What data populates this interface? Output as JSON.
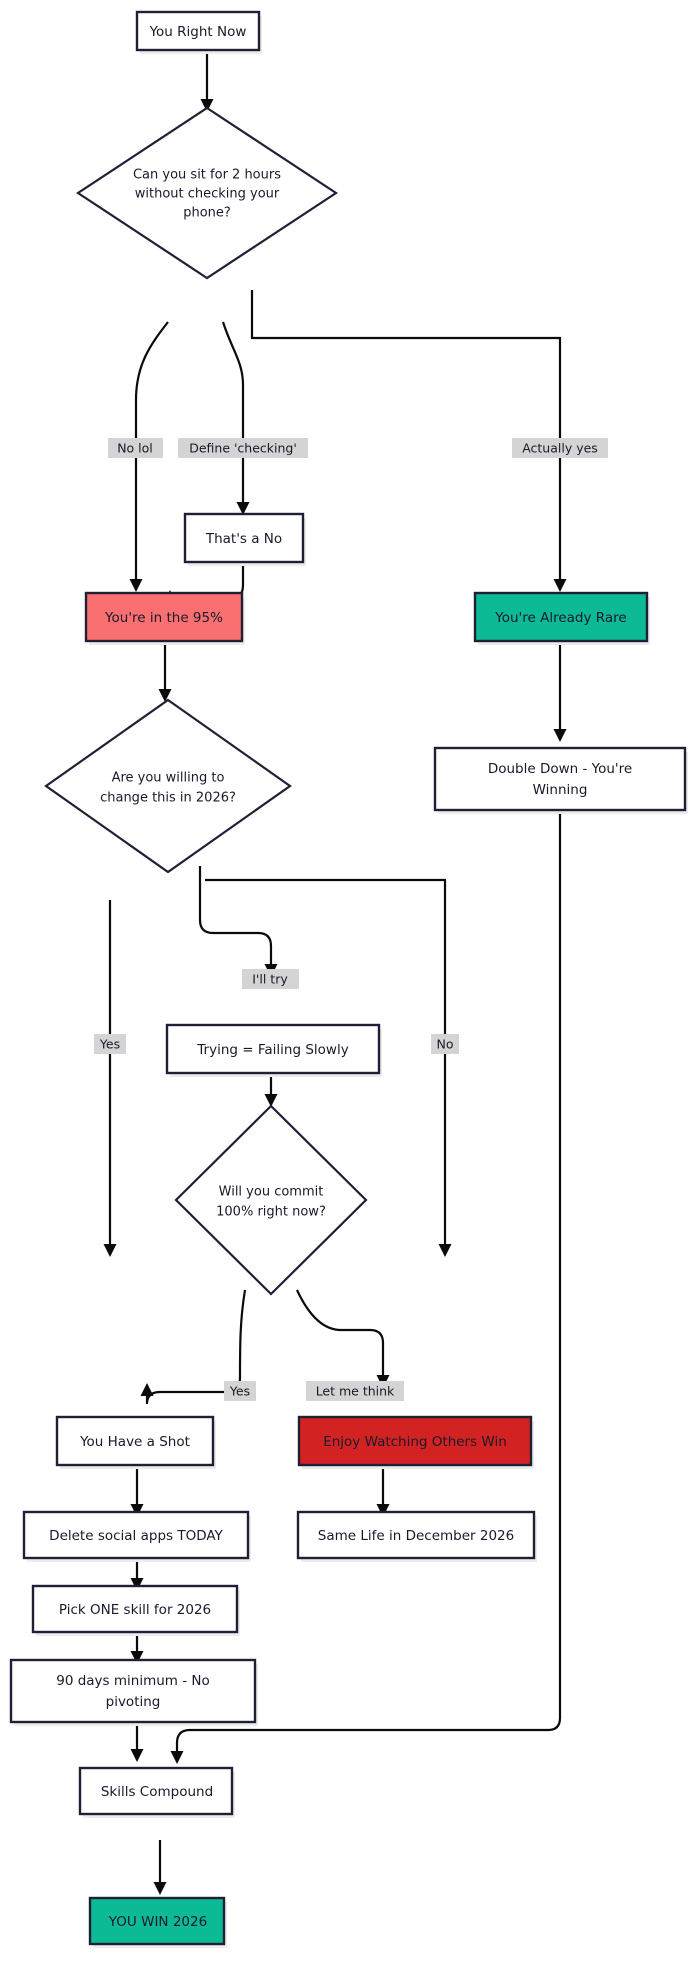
{
  "diagram": {
    "title": "You Right Now decision flowchart",
    "type": "flowchart",
    "colors": {
      "background": "#ffffff",
      "node_stroke": "#1f2035",
      "node_fill_default": "#ffffff",
      "edge_stroke": "#0b0b0b",
      "text": "#181a2c",
      "edge_label_bg": "#d4d4d4",
      "bad_light": "#fa7070",
      "bad_strong": "#d32222",
      "good": "#0cba95"
    },
    "nodes": [
      {
        "id": "n1",
        "label": "You Right Now",
        "shape": "rect",
        "style": "default"
      },
      {
        "id": "n2",
        "label": "Can you sit for 2 hours without checking your phone?",
        "shape": "diamond",
        "style": "default",
        "lines": [
          "Can you sit for 2 hours",
          "without checking your",
          "phone?"
        ]
      },
      {
        "id": "n3",
        "label": "That's a No",
        "shape": "rect",
        "style": "default"
      },
      {
        "id": "n4",
        "label": "You're in the 95%",
        "shape": "rect",
        "style": "bad-light"
      },
      {
        "id": "n5",
        "label": "You're Already Rare",
        "shape": "rect",
        "style": "good"
      },
      {
        "id": "n6",
        "label": "Double Down - You're Winning",
        "shape": "rect",
        "style": "default",
        "lines": [
          "Double Down - You're",
          "Winning"
        ]
      },
      {
        "id": "n7",
        "label": "Are you willing to change this in 2026?",
        "shape": "diamond",
        "style": "default",
        "lines": [
          "Are you willing to",
          "change this in 2026?"
        ]
      },
      {
        "id": "n8",
        "label": "Trying = Failing Slowly",
        "shape": "rect",
        "style": "default"
      },
      {
        "id": "n9",
        "label": "Will you commit 100% right now?",
        "shape": "diamond",
        "style": "default",
        "lines": [
          "Will you commit",
          "100% right now?"
        ]
      },
      {
        "id": "n10",
        "label": "You Have a Shot",
        "shape": "rect",
        "style": "default"
      },
      {
        "id": "n11",
        "label": "Enjoy Watching Others Win",
        "shape": "rect",
        "style": "bad-strong"
      },
      {
        "id": "n12",
        "label": "Delete social apps TODAY",
        "shape": "rect",
        "style": "default"
      },
      {
        "id": "n13",
        "label": "Same Life in December 2026",
        "shape": "rect",
        "style": "default"
      },
      {
        "id": "n14",
        "label": "Pick ONE skill for 2026",
        "shape": "rect",
        "style": "default"
      },
      {
        "id": "n15",
        "label": "90 days minimum - No pivoting",
        "shape": "rect",
        "style": "default",
        "lines": [
          "90 days minimum - No",
          "pivoting"
        ]
      },
      {
        "id": "n16",
        "label": "Skills Compound",
        "shape": "rect",
        "style": "default"
      },
      {
        "id": "n17",
        "label": "YOU WIN 2026",
        "shape": "rect",
        "style": "good"
      }
    ],
    "edges": [
      {
        "from": "n1",
        "to": "n2",
        "label": ""
      },
      {
        "from": "n2",
        "to": "n4",
        "label": "No lol"
      },
      {
        "from": "n2",
        "to": "n3",
        "label": "Define 'checking'"
      },
      {
        "from": "n2",
        "to": "n5",
        "label": "Actually yes"
      },
      {
        "from": "n3",
        "to": "n4",
        "label": ""
      },
      {
        "from": "n4",
        "to": "n7",
        "label": ""
      },
      {
        "from": "n5",
        "to": "n6",
        "label": ""
      },
      {
        "from": "n7",
        "to": "n10",
        "label": "Yes"
      },
      {
        "from": "n7",
        "to": "n8",
        "label": "I'll try"
      },
      {
        "from": "n7",
        "to": "n11",
        "label": "No"
      },
      {
        "from": "n8",
        "to": "n9",
        "label": ""
      },
      {
        "from": "n9",
        "to": "n10",
        "label": "Yes"
      },
      {
        "from": "n9",
        "to": "n11",
        "label": "Let me think"
      },
      {
        "from": "n10",
        "to": "n12",
        "label": ""
      },
      {
        "from": "n11",
        "to": "n13",
        "label": ""
      },
      {
        "from": "n12",
        "to": "n14",
        "label": ""
      },
      {
        "from": "n14",
        "to": "n15",
        "label": ""
      },
      {
        "from": "n15",
        "to": "n16",
        "label": ""
      },
      {
        "from": "n6",
        "to": "n16",
        "label": ""
      },
      {
        "from": "n16",
        "to": "n17",
        "label": ""
      }
    ],
    "edge_labels": {
      "no_lol": "No lol",
      "define_checking": "Define 'checking'",
      "actually_yes": "Actually yes",
      "yes_willing": "Yes",
      "ill_try": "I'll try",
      "no_willing": "No",
      "yes_commit": "Yes",
      "let_me_think": "Let me think"
    }
  }
}
